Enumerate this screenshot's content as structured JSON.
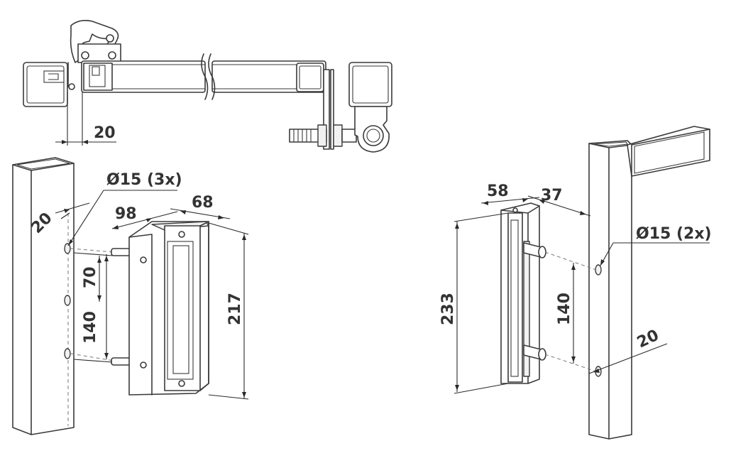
{
  "labels": {
    "top_gap": "20",
    "left_hole": "Ø15 (3x)",
    "left_post_width": "20",
    "left_depth": "98",
    "left_width": "68",
    "left_spacing_upper": "70",
    "left_spacing_lower": "140",
    "left_height": "217",
    "right_depth": "58",
    "right_width": "37",
    "right_height": "233",
    "right_spacing": "140",
    "right_hole": "Ø15 (2x)",
    "right_post_width": "20"
  },
  "colors": {
    "line": "#3a3a3a",
    "text": "#333333"
  }
}
